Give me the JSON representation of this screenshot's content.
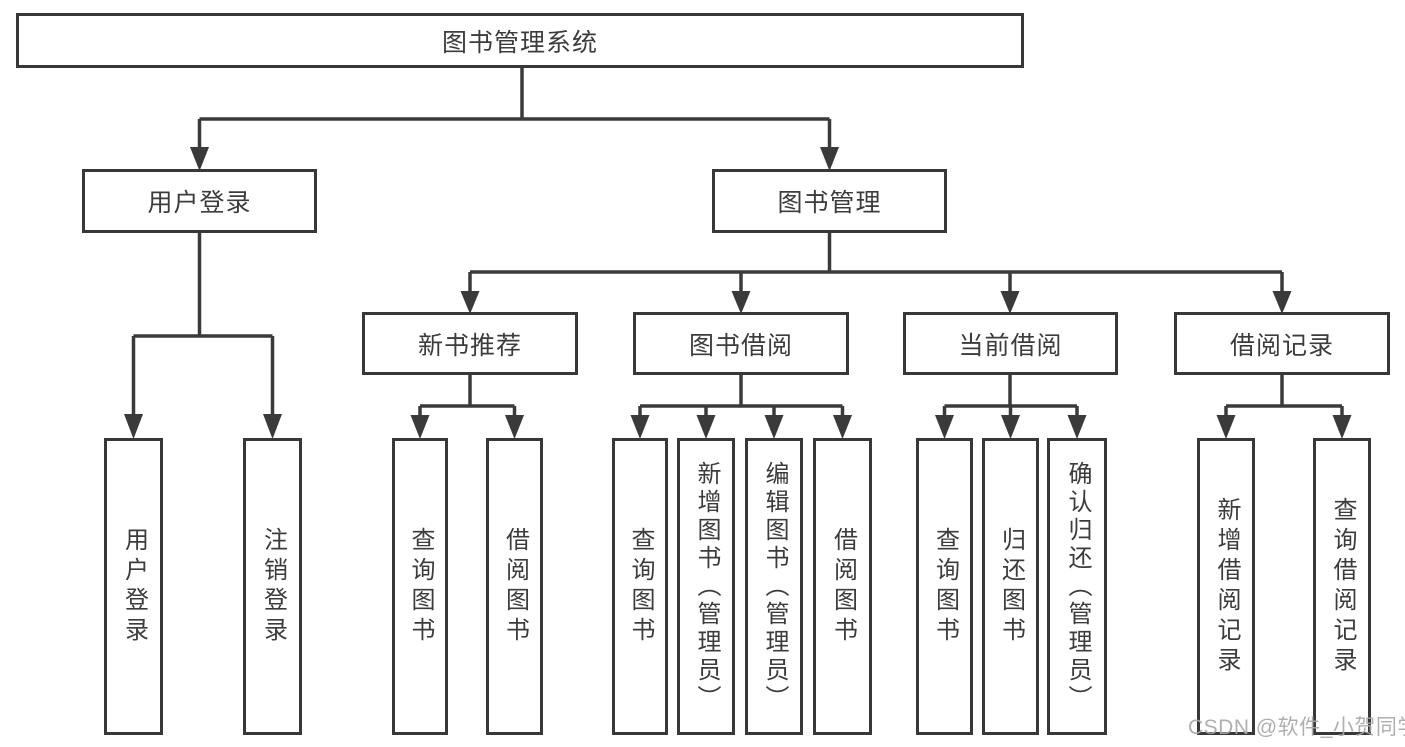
{
  "diagram": {
    "root": {
      "label": "图书管理系统"
    },
    "level2": {
      "user_login": {
        "label": "用户登录"
      },
      "book_management": {
        "label": "图书管理"
      }
    },
    "level3": {
      "new_book_recommend": {
        "label": "新书推荐"
      },
      "book_borrow": {
        "label": "图书借阅"
      },
      "current_borrow": {
        "label": "当前借阅"
      },
      "borrow_record": {
        "label": "借阅记录"
      }
    },
    "level4": {
      "user_login_leaf": {
        "label": "用户登录"
      },
      "logout_login": {
        "label": "注销登录"
      },
      "query_book_recommend": {
        "label": "查询图书"
      },
      "borrow_book_recommend": {
        "label": "借阅图书"
      },
      "query_book_borrow": {
        "label": "查询图书"
      },
      "add_book_admin": {
        "label": "新增图书（管理员）"
      },
      "edit_book_admin": {
        "label": "编辑图书（管理员）"
      },
      "borrow_book_borrow": {
        "label": "借阅图书"
      },
      "query_book_current": {
        "label": "查询图书"
      },
      "return_book": {
        "label": "归还图书"
      },
      "confirm_return_admin": {
        "label": "确认归还（管理员）"
      },
      "add_borrow_record": {
        "label": "新增借阅记录"
      },
      "query_borrow_record": {
        "label": "查询借阅记录"
      }
    },
    "line_color": "#3a3a3a",
    "box_border_color": "#383838",
    "background_color": "#ffffff"
  },
  "watermark": {
    "text": "CSDN @软件_小贺同学",
    "color": "#a8a8a8"
  }
}
